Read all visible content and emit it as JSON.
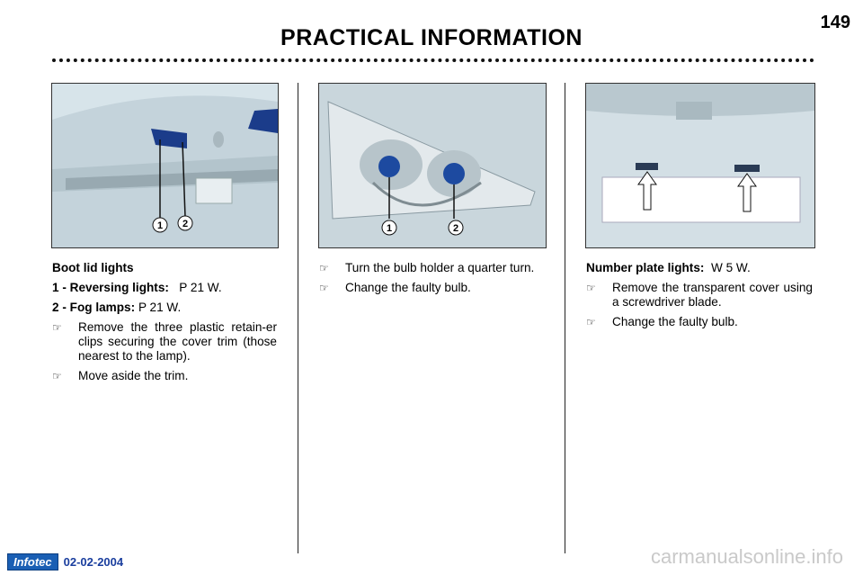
{
  "header": {
    "page_number": "149",
    "title": "PRACTICAL INFORMATION"
  },
  "photos": {
    "left": {
      "callouts": [
        "1",
        "2"
      ]
    },
    "middle": {
      "callouts": [
        "1",
        "2"
      ]
    }
  },
  "col1": {
    "heading": "Boot lid lights",
    "line1_label": "1 - Reversing lights:",
    "line1_value": "P 21 W.",
    "line2_label": "2 - Fog lamps:",
    "line2_value": "P 21 W.",
    "bullets": [
      "Remove the three plastic retain-er clips securing the cover trim (those nearest to the lamp).",
      "Move aside the trim."
    ]
  },
  "col2": {
    "bullets": [
      "Turn the bulb holder a quarter turn.",
      "Change the faulty bulb."
    ]
  },
  "col3": {
    "label": "Number plate lights:",
    "value": "W 5 W.",
    "bullets": [
      "Remove the transparent cover using a screwdriver blade.",
      "Change the faulty bulb."
    ]
  },
  "footer": {
    "badge": "Infotec",
    "date": "02-02-2004",
    "watermark": "carmanualsonline.info"
  },
  "bullet_icon": "pointing-hand-icon"
}
